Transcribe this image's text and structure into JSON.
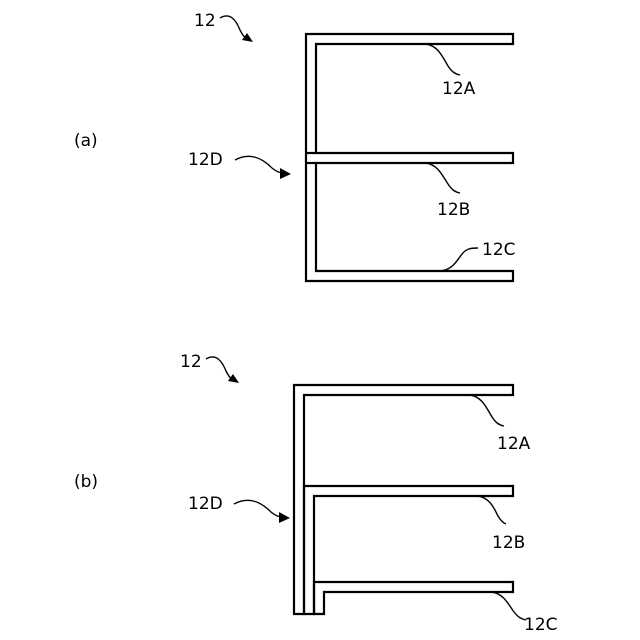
{
  "figure_a": {
    "caption": "(a)",
    "ref_12": "12",
    "ref_12A": "12A",
    "ref_12B": "12B",
    "ref_12C": "12C",
    "ref_12D": "12D"
  },
  "figure_b": {
    "caption": "(b)",
    "ref_12": "12",
    "ref_12A": "12A",
    "ref_12B": "12B",
    "ref_12C": "12C",
    "ref_12D": "12D"
  },
  "colors": {
    "line": "#000000",
    "background": "#ffffff"
  }
}
